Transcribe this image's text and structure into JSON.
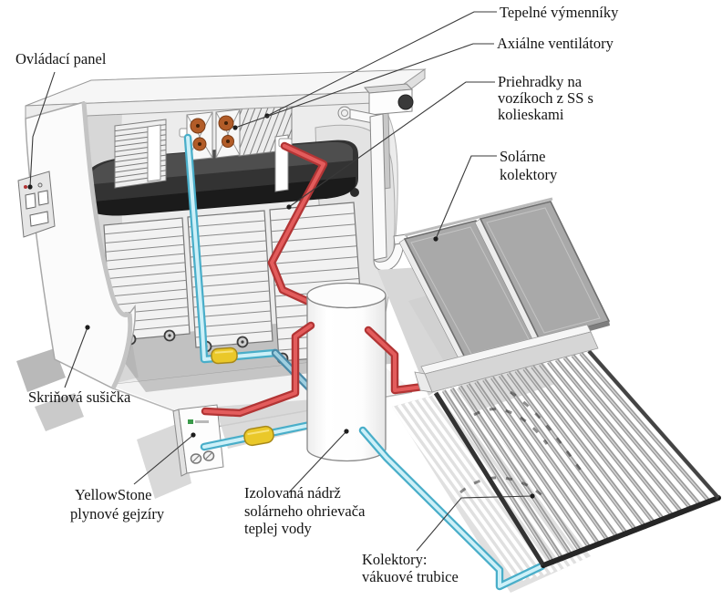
{
  "labels": {
    "tepelne": {
      "lines": [
        "Tepelné výmenníky"
      ]
    },
    "axialne": {
      "lines": [
        "Axiálne ventilátory"
      ]
    },
    "priehradky": {
      "lines": [
        "Priehradky na",
        "vozíkoch z SS s",
        "kolieskami"
      ]
    },
    "solarne": {
      "lines": [
        "Solárne",
        "kolektory"
      ]
    },
    "ovladaci": {
      "lines": [
        "Ovládací panel"
      ]
    },
    "skrinova": {
      "lines": [
        "Skriňová sušička"
      ]
    },
    "yellowstone": {
      "lines": [
        "YellowStone",
        "plynové gejzíry"
      ]
    },
    "nadrz": {
      "lines": [
        "Izolovaná nádrž",
        "solárneho ohrievača",
        "teplej vody"
      ]
    },
    "vakuove": {
      "lines": [
        "Kolektory:",
        "vákuové trubice"
      ]
    }
  },
  "colors": {
    "hot": "#b23535",
    "hot-light": "#e35c5c",
    "cold": "#49aec9",
    "cold-light": "#cdf0f8",
    "cold-dark": "#4a8aa8",
    "cold-dark-light": "#9fcfe0",
    "pump": "#eac829",
    "pump-edge": "#a8891a",
    "hood": "#333333",
    "panel": "#a9a9a9"
  }
}
